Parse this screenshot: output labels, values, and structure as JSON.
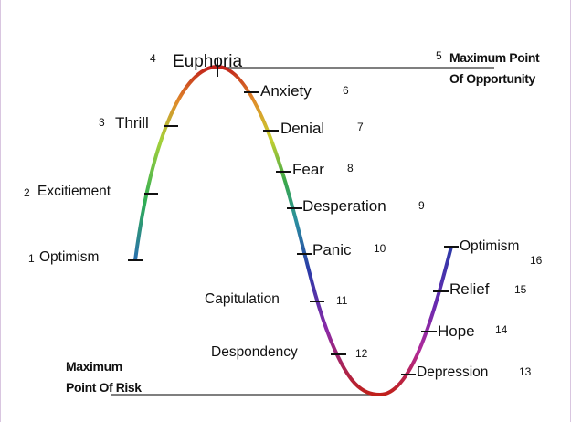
{
  "title": "Cycle of Market Emotions",
  "stages": [
    {
      "num": "1",
      "label": "Optimism"
    },
    {
      "num": "2",
      "label": "Excitiement"
    },
    {
      "num": "3",
      "label": "Thrill"
    },
    {
      "num": "4",
      "label": "Euphoria"
    },
    {
      "num": "5",
      "label": "Maximum Point Of Opportunity"
    },
    {
      "num": "6",
      "label": "Anxiety"
    },
    {
      "num": "7",
      "label": "Denial"
    },
    {
      "num": "8",
      "label": "Fear"
    },
    {
      "num": "9",
      "label": "Desperation"
    },
    {
      "num": "10",
      "label": "Panic"
    },
    {
      "num": "11",
      "label": "Capitulation"
    },
    {
      "num": "12",
      "label": "Despondency"
    },
    {
      "num": "13",
      "label": "Depression"
    },
    {
      "num": "14",
      "label": "Hope"
    },
    {
      "num": "15",
      "label": "Relief"
    },
    {
      "num": "16",
      "label": "Optimism"
    }
  ],
  "annotations": {
    "opportunity_line1": "Maximum Point",
    "opportunity_line2": "Of Opportunity",
    "risk_line1": "Maximum",
    "risk_line2": "Point Of Risk"
  },
  "colors": {
    "peak": "#c0201a",
    "trough": "#c0201a",
    "mid": "#2a3aa8"
  }
}
